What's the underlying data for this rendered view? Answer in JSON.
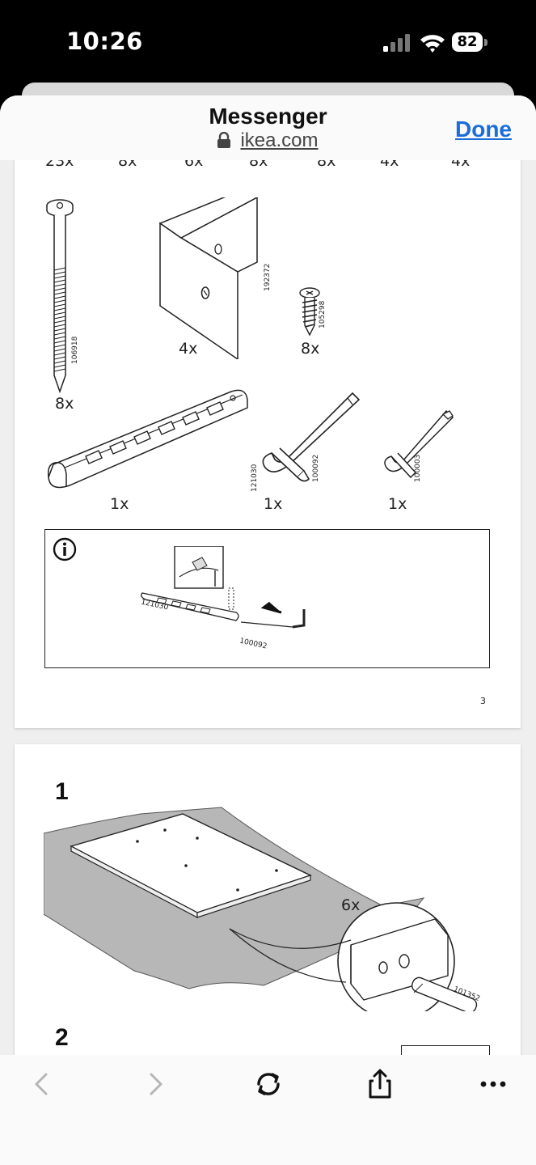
{
  "status_bar": {
    "time": "10:26",
    "battery": "82"
  },
  "nav": {
    "title": "Messenger",
    "domain": "ikea.com",
    "done_label": "Done"
  },
  "page1": {
    "top_quantities": [
      "23x",
      "8x",
      "6x",
      "8x",
      "8x",
      "4x",
      "4x"
    ],
    "parts": [
      {
        "qty": "8x",
        "code": "106918"
      },
      {
        "qty": "4x",
        "code": "192372"
      },
      {
        "qty": "8x",
        "code": "105298"
      },
      {
        "qty": "1x",
        "code": "121030"
      },
      {
        "qty": "1x",
        "code": "100092"
      },
      {
        "qty": "1x",
        "code": "100003"
      }
    ],
    "info_box": {
      "code_a": "121030",
      "code_b": "100092"
    },
    "page_number": "3"
  },
  "page2": {
    "step1": "1",
    "step1_qty": "6x",
    "dowel_code": "101352",
    "step2": "2"
  },
  "colors": {
    "accent": "#1a6ed8",
    "sheet_bg": "#f2f2f2"
  },
  "icons": [
    "lock-icon",
    "info-icon",
    "back-icon",
    "forward-icon",
    "reload-icon",
    "share-icon",
    "more-icon"
  ]
}
